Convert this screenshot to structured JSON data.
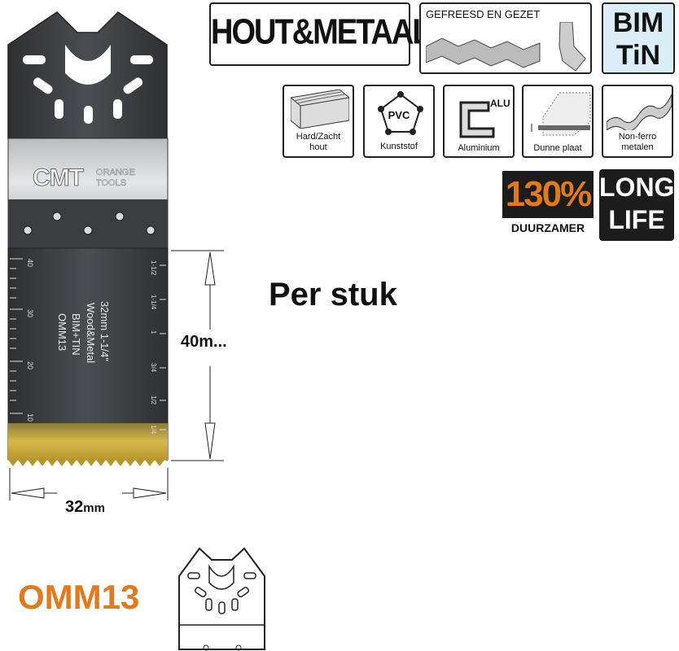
{
  "badges": {
    "material": "HOUT&METAAL",
    "cut_type": "GEFREESD EN GEZET",
    "tooth_coating_line1": "BIM",
    "tooth_coating_line2": "TiN"
  },
  "materials": [
    {
      "icon": "wood-grain-icon",
      "label": "Hard/Zacht hout"
    },
    {
      "icon": "pvc-pentagon-icon",
      "label": "Kunststof",
      "mark": "PVC"
    },
    {
      "icon": "aluminium-profile-icon",
      "label": "Aluminium",
      "mark": "ALU"
    },
    {
      "icon": "thin-sheet-icon",
      "label": "Dunne plaat"
    },
    {
      "icon": "corrugated-sheet-icon",
      "label": "Non-ferro metalen"
    }
  ],
  "durability": {
    "percent": "130%",
    "percent_caption": "DUURZAMER",
    "long_line1": "LONG",
    "long_line2": "LIFE"
  },
  "blade": {
    "brand": "CMT",
    "brand_sub_line1": "ORANGE",
    "brand_sub_line2": "TOOLS",
    "print_line1": "OMM13",
    "print_line2": "BIM+TIN",
    "print_line3": "Wood&Metal",
    "print_line4": "32mm 1-1/4\"",
    "scale_mm": [
      "40",
      "30",
      "20",
      "10"
    ],
    "scale_in": [
      "1-1/2",
      "1-1/4",
      "1",
      "3/4",
      "1/2",
      "1/4"
    ]
  },
  "dimensions": {
    "height_label": "40m...",
    "width_value": "32",
    "width_unit": "mm"
  },
  "sale_unit": "Per stuk",
  "product_code": "OMM13",
  "colors": {
    "orange": "#e07a1f",
    "bim_tin_bg": "#dbeef8",
    "steel_dark": "#3d3f42",
    "gold": "#c9a53a"
  }
}
